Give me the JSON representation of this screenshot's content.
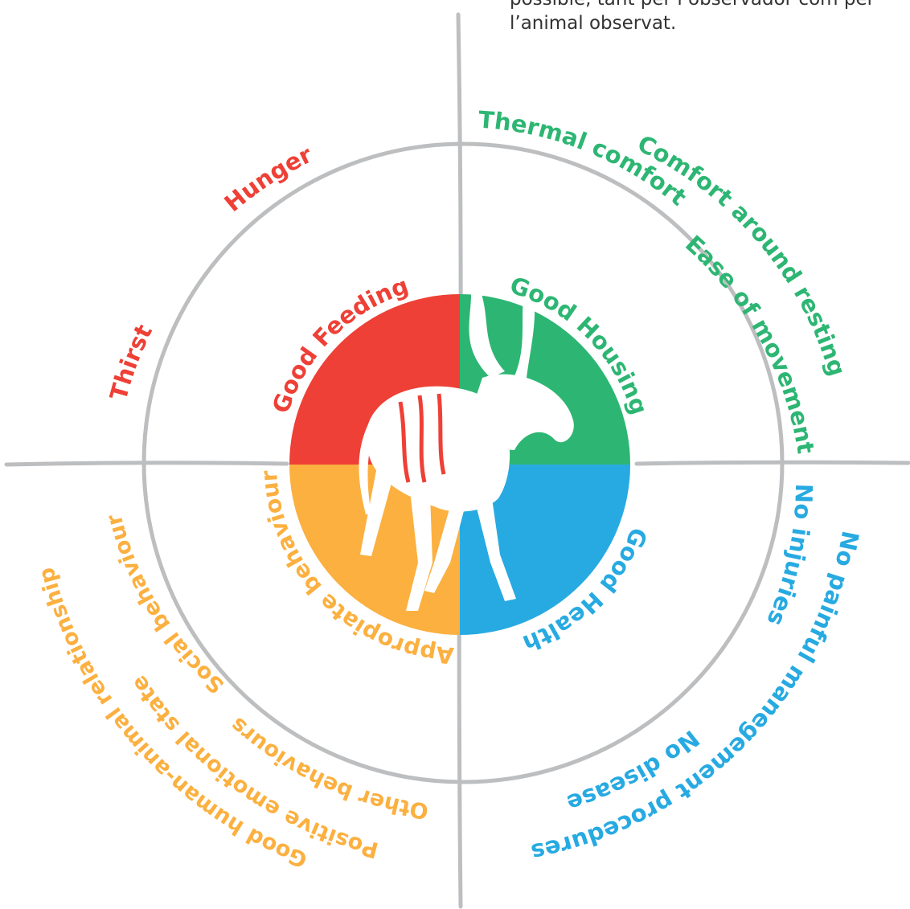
{
  "intro_text": "possible, tant per l’observador com per\nl’animal observat.",
  "colors": {
    "feeding": "#ee4036",
    "housing": "#2db673",
    "health": "#27aae1",
    "behaviour": "#fbb040",
    "axis": "#bcbec0",
    "figure": "#ffffff"
  },
  "principles": [
    {
      "key": "feeding",
      "label": "Good Feeding"
    },
    {
      "key": "housing",
      "label": "Good Housing"
    },
    {
      "key": "health",
      "label": "Good Health"
    },
    {
      "key": "behaviour",
      "label": "Appropiate behaviour"
    }
  ],
  "criteria": {
    "feeding": [
      "Thirst",
      "Hunger"
    ],
    "housing": [
      "Thermal comfort",
      "Comfort around resting",
      "Ease of movement"
    ],
    "health": [
      "No injuries",
      "No painful manegement procedures",
      "No disease"
    ],
    "behaviour": [
      "Social behaviour",
      "Other behaviours",
      "Positive emotional state",
      "Good human-animal relationship"
    ]
  },
  "center_icon": "kudu-antelope-silhouette"
}
